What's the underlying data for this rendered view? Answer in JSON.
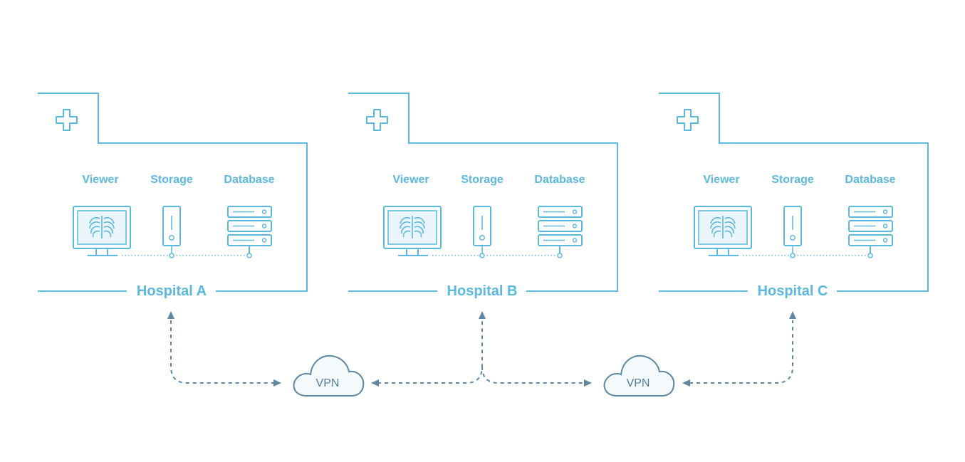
{
  "colors": {
    "accent": "#5bb8df",
    "cloud_stroke": "#5d87a2",
    "cloud_fill": "#f4f9fc",
    "connector": "#5d87a2"
  },
  "hospitals": [
    {
      "name": "Hospital A",
      "labels": {
        "viewer": "Viewer",
        "storage": "Storage",
        "database": "Database"
      }
    },
    {
      "name": "Hospital B",
      "labels": {
        "viewer": "Viewer",
        "storage": "Storage",
        "database": "Database"
      }
    },
    {
      "name": "Hospital C",
      "labels": {
        "viewer": "Viewer",
        "storage": "Storage",
        "database": "Database"
      }
    }
  ],
  "vpns": [
    {
      "label": "VPN"
    },
    {
      "label": "VPN"
    }
  ],
  "icons": {
    "hospital": "medical-cross-icon",
    "viewer": "monitor-xray-icon",
    "storage": "storage-device-icon",
    "database": "server-rack-icon",
    "vpn": "cloud-icon"
  }
}
